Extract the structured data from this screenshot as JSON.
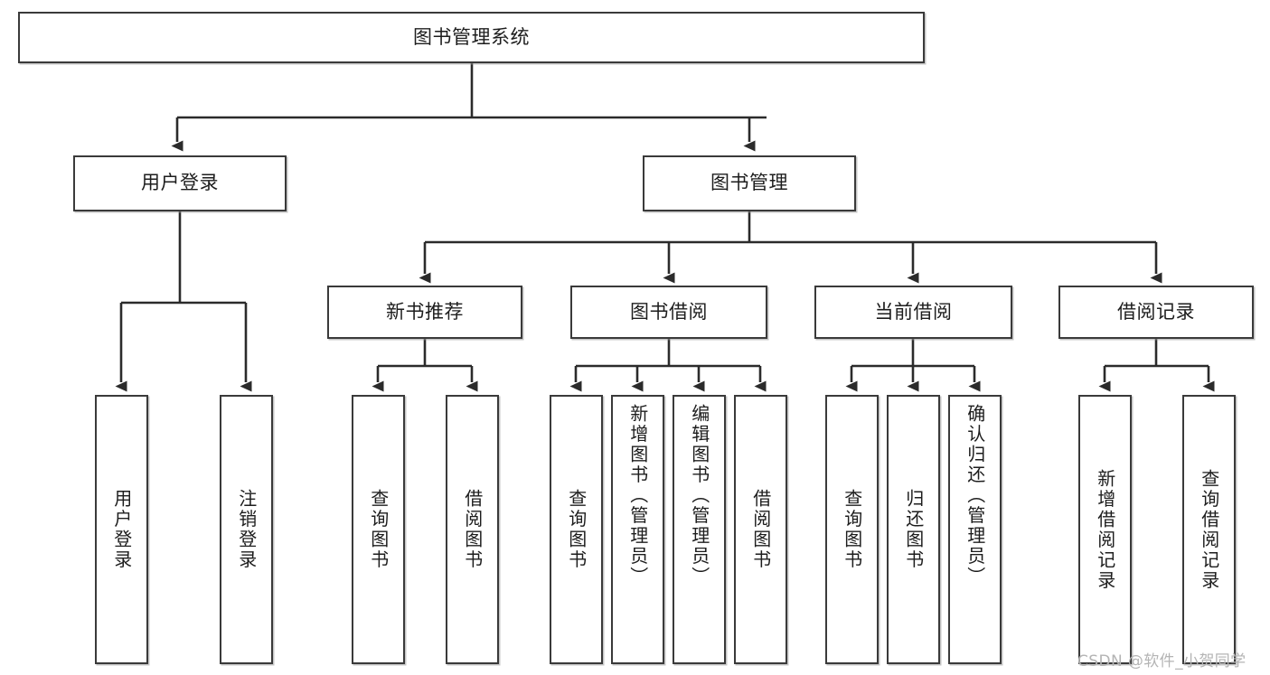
{
  "diagram": {
    "type": "tree-hierarchy-chart",
    "title": "图书管理系统",
    "root": {
      "id": "root",
      "label": "图书管理系统",
      "orientation": "horizontal"
    },
    "level2": [
      {
        "id": "user-login",
        "label": "用户登录",
        "orientation": "horizontal"
      },
      {
        "id": "book-manage",
        "label": "图书管理",
        "orientation": "horizontal"
      }
    ],
    "level3": [
      {
        "id": "new-book-recommend",
        "label": "新书推荐",
        "orientation": "horizontal",
        "parent": "book-manage"
      },
      {
        "id": "book-borrow",
        "label": "图书借阅",
        "orientation": "horizontal",
        "parent": "book-manage"
      },
      {
        "id": "current-borrow",
        "label": "当前借阅",
        "orientation": "horizontal",
        "parent": "book-manage"
      },
      {
        "id": "borrow-record",
        "label": "借阅记录",
        "orientation": "horizontal",
        "parent": "book-manage"
      }
    ],
    "leaves": [
      {
        "id": "leaf-user-login",
        "label": "用户登录",
        "orientation": "vertical",
        "parent": "user-login"
      },
      {
        "id": "leaf-user-logout",
        "label": "注销登录",
        "orientation": "vertical",
        "parent": "user-login"
      },
      {
        "id": "leaf-query-book-1",
        "label": "查询图书",
        "orientation": "vertical",
        "parent": "new-book-recommend"
      },
      {
        "id": "leaf-borrow-book-1",
        "label": "借阅图书",
        "orientation": "vertical",
        "parent": "new-book-recommend"
      },
      {
        "id": "leaf-query-book-2",
        "label": "查询图书",
        "orientation": "vertical",
        "parent": "book-borrow"
      },
      {
        "id": "leaf-add-book",
        "label": "新增图书（管理员）",
        "orientation": "vertical",
        "parent": "book-borrow"
      },
      {
        "id": "leaf-edit-book",
        "label": "编辑图书（管理员）",
        "orientation": "vertical",
        "parent": "book-borrow"
      },
      {
        "id": "leaf-borrow-book-2",
        "label": "借阅图书",
        "orientation": "vertical",
        "parent": "book-borrow"
      },
      {
        "id": "leaf-query-book-3",
        "label": "查询图书",
        "orientation": "vertical",
        "parent": "current-borrow"
      },
      {
        "id": "leaf-return-book",
        "label": "归还图书",
        "orientation": "vertical",
        "parent": "current-borrow"
      },
      {
        "id": "leaf-confirm-return",
        "label": "确认归还（管理员）",
        "orientation": "vertical",
        "parent": "current-borrow"
      },
      {
        "id": "leaf-add-record",
        "label": "新增借阅记录",
        "orientation": "vertical",
        "parent": "borrow-record"
      },
      {
        "id": "leaf-query-record",
        "label": "查询借阅记录",
        "orientation": "vertical",
        "parent": "borrow-record"
      }
    ]
  },
  "watermark": {
    "text": "CSDN @软件_小贺同学"
  },
  "colors": {
    "box_border": "#3a3a3a",
    "box_fill": "#ffffff",
    "connector": "#2b2b2b",
    "text": "#1d1d1d",
    "watermark": "#b4b4b4",
    "background": "#ffffff"
  }
}
